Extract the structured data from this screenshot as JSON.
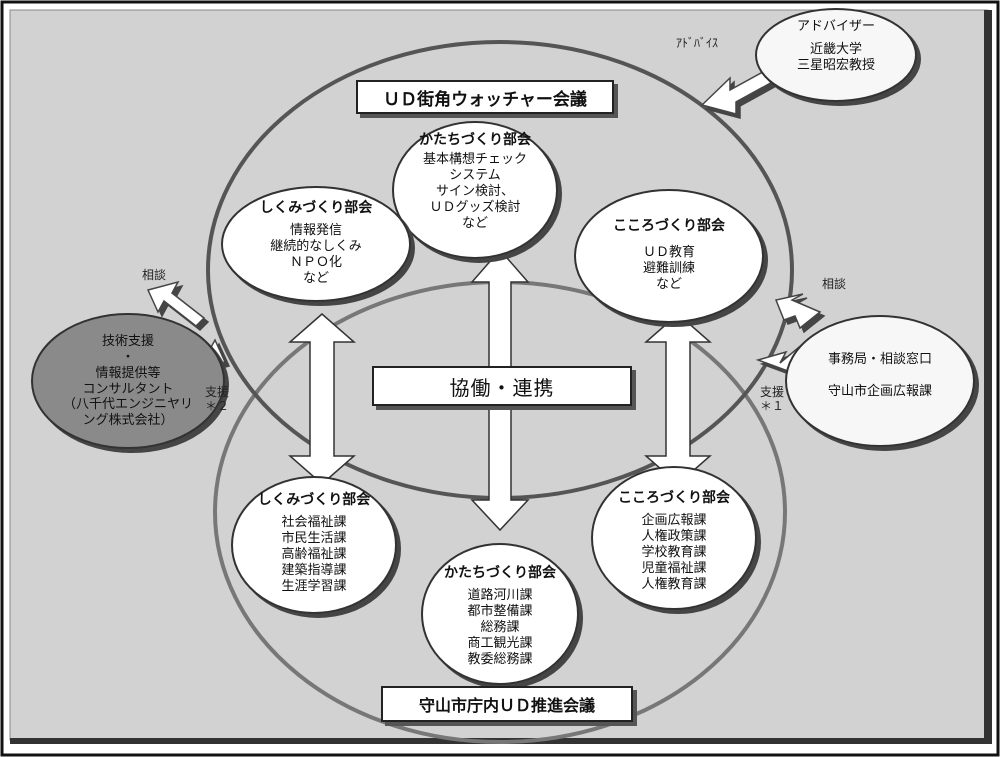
{
  "top_council": {
    "title": "ＵＤ街角ウォッチャー会議"
  },
  "bottom_council": {
    "title": "守山市庁内ＵＤ推進会議"
  },
  "center": {
    "label": "協働・連携"
  },
  "advisor": {
    "label": "アドバイザー",
    "lines": [
      "近畿大学",
      "三星昭宏教授"
    ],
    "arrow_label": "ｱﾄﾞﾊﾞｲｽ"
  },
  "left_support": {
    "lines": [
      "技術支援",
      "・",
      "情報提供等",
      "コンサルタント",
      "（八千代エンジニヤリ",
      "ング株式会社）"
    ],
    "consult_label": "相談",
    "support_label": "支援",
    "support_note": "＊２"
  },
  "right_support": {
    "lines": [
      "事務局・相談窓口",
      "",
      "守山市企画広報課"
    ],
    "consult_label": "相談",
    "support_label": "支援",
    "support_note": "＊１"
  },
  "watcher_groups": {
    "katachi": {
      "title": "かたちづくり部会",
      "lines": [
        "基本構想チェック",
        "システム",
        "サイン検討、",
        "ＵＤグッズ検討",
        "など"
      ]
    },
    "shikumi": {
      "title": "しくみづくり部会",
      "lines": [
        "情報発信",
        "継続的なしくみ",
        "ＮＰＯ化",
        "など"
      ]
    },
    "kokoro": {
      "title": "こころづくり部会",
      "lines": [
        "ＵＤ教育",
        "避難訓練",
        "など"
      ]
    }
  },
  "city_groups": {
    "shikumi": {
      "title": "しくみづくり部会",
      "lines": [
        "社会福祉課",
        "市民生活課",
        "高齢福祉課",
        "建築指導課",
        "生涯学習課"
      ]
    },
    "katachi": {
      "title": "かたちづくり部会",
      "lines": [
        "道路河川課",
        "都市整備課",
        "総務課",
        "商工観光課",
        "教委総務課"
      ]
    },
    "kokoro": {
      "title": "こころづくり部会",
      "lines": [
        "企画広報課",
        "人権政策課",
        "学校教育課",
        "児童福祉課",
        "人権教育課"
      ]
    }
  }
}
